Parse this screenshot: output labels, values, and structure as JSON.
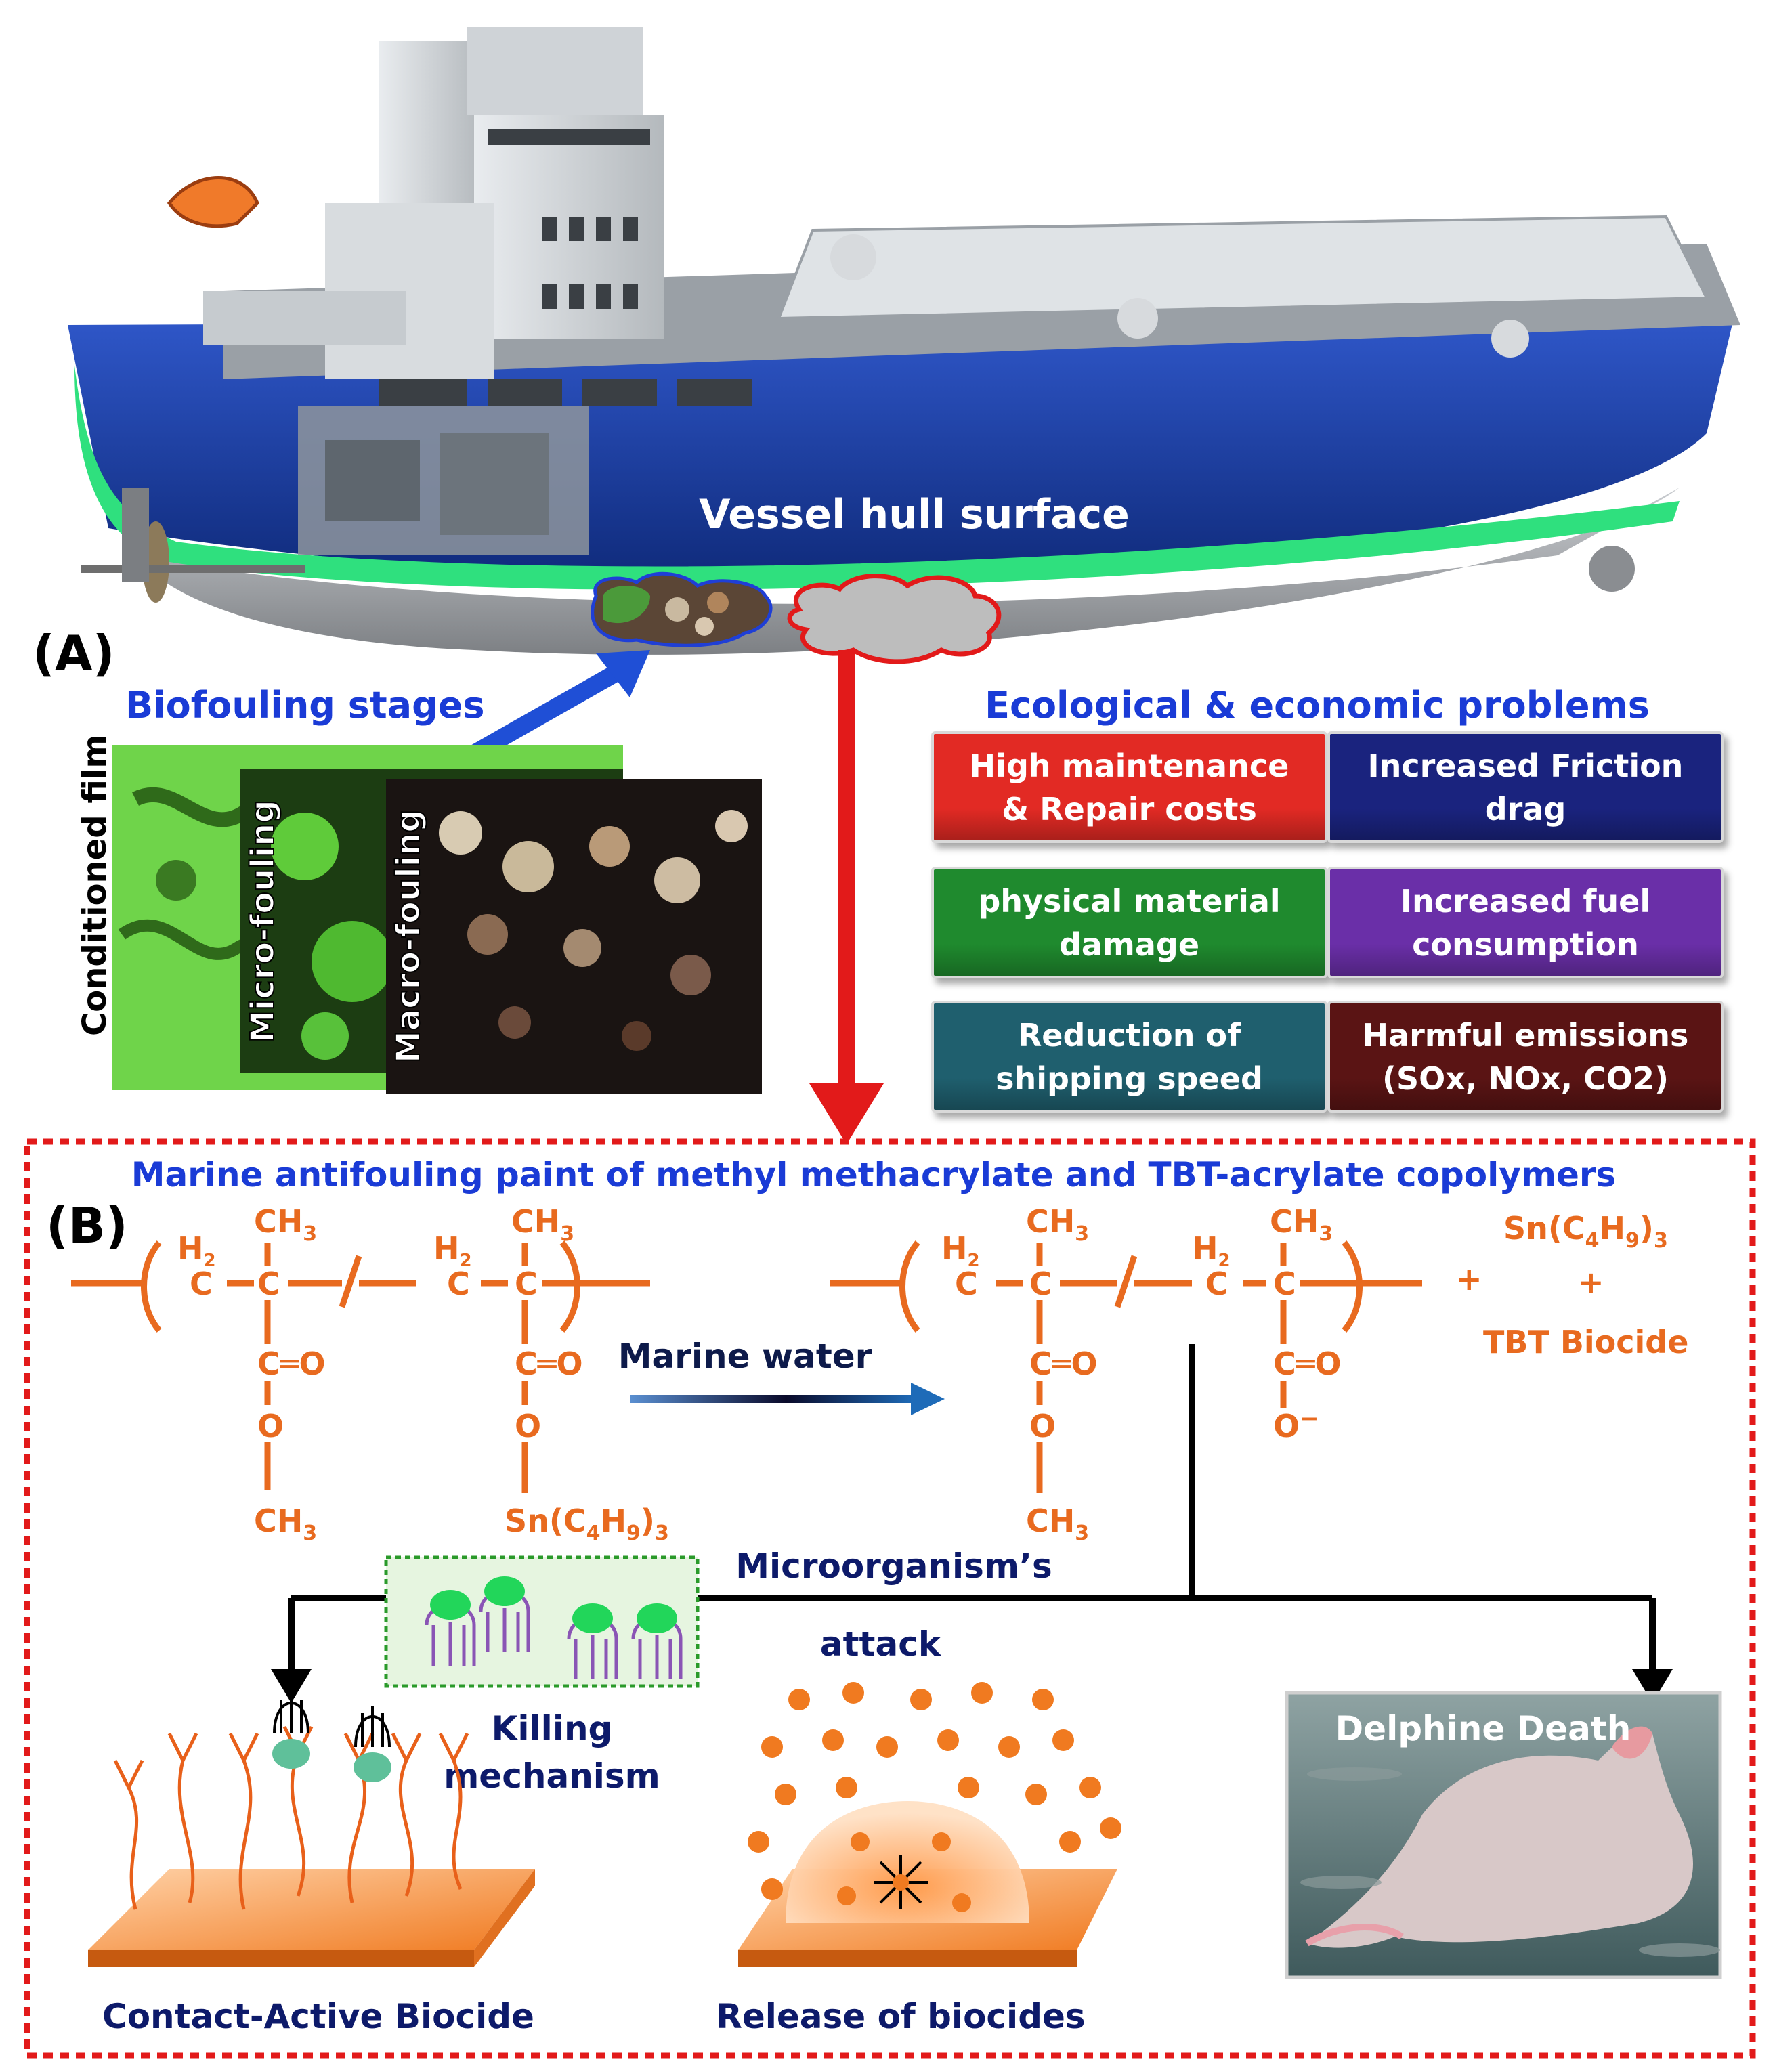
{
  "panel_a": {
    "label": "(A)",
    "hull_label": "Vessel hull surface",
    "biofouling_title": "Biofouling stages",
    "stages": [
      "Conditioned film",
      "Micro-fouling",
      "Macro-fouling"
    ],
    "problems_title": "Ecological & economic problems",
    "problems": [
      {
        "lines": [
          "High maintenance",
          "& Repair costs"
        ],
        "color": "#e22a24"
      },
      {
        "lines": [
          "Increased Friction",
          "drag"
        ],
        "color": "#1a237e"
      },
      {
        "lines": [
          "physical material",
          "damage"
        ],
        "color": "#1f8a2e"
      },
      {
        "lines": [
          "Increased fuel",
          "consumption"
        ],
        "color": "#6a2fa8"
      },
      {
        "lines": [
          "Reduction of",
          "shipping speed"
        ],
        "color": "#1f5f6e"
      },
      {
        "lines": [
          "Harmful emissions",
          "(SOx, NOx, CO2)"
        ],
        "color": "#5a1414"
      }
    ]
  },
  "panel_b": {
    "label": "(B)",
    "title": "Marine antifouling paint of methyl methacrylate and TBT-acrylate copolymers",
    "chem": {
      "ch3": "CH",
      "sub3": "3",
      "h2": "H",
      "sub2": "2",
      "c": "C",
      "o": "O",
      "co": "C═O",
      "o_minus": "O",
      "minus": "−",
      "sn_prefix": "Sn(C",
      "sn_sub4": "4",
      "sn_mid": "H",
      "sn_sub9": "9",
      "sn_close": ")",
      "sn_sub3": "3",
      "plus": "+",
      "tbt": "TBT Biocide"
    },
    "arrow_label": "Marine water",
    "attack_line1": "Microorganism’s",
    "attack_line2": "attack",
    "killing_line1": "Killing",
    "killing_line2": "mechanism",
    "contact_label": "Contact-Active Biocide",
    "release_label": "Release of biocides",
    "dolphin_label": "Delphine Death"
  }
}
